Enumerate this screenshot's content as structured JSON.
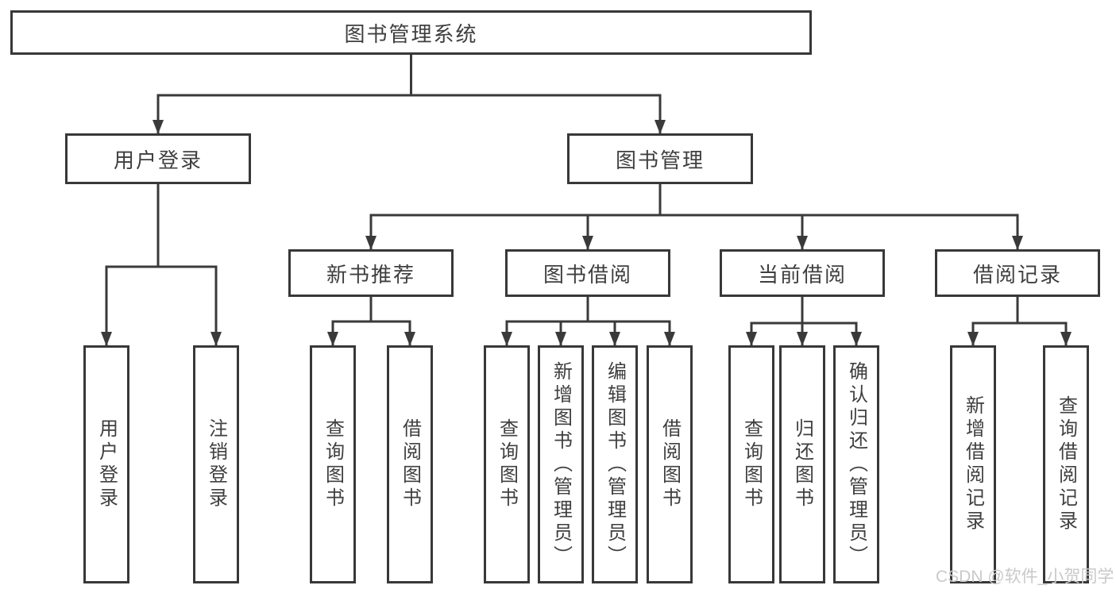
{
  "colors": {
    "line": "#3a3a3a",
    "box_border": "#383838",
    "text": "#3f3f3f",
    "background": "#ffffff",
    "watermark": "#c9c9c9"
  },
  "tree": {
    "root": {
      "label": "图书管理系统"
    },
    "level2": [
      {
        "label": "用户登录",
        "children": [
          {
            "label": "用户登录"
          },
          {
            "label": "注销登录"
          }
        ]
      },
      {
        "label": "图书管理",
        "children": [
          {
            "label": "新书推荐",
            "children": [
              {
                "label": "查询图书"
              },
              {
                "label": "借阅图书"
              }
            ]
          },
          {
            "label": "图书借阅",
            "children": [
              {
                "label": "查询图书"
              },
              {
                "label": "新增图书（管理员）"
              },
              {
                "label": "编辑图书（管理员）"
              },
              {
                "label": "借阅图书"
              }
            ]
          },
          {
            "label": "当前借阅",
            "children": [
              {
                "label": "查询图书"
              },
              {
                "label": "归还图书"
              },
              {
                "label": "确认归还（管理员）"
              }
            ]
          },
          {
            "label": "借阅记录",
            "children": [
              {
                "label": "新增借阅记录"
              },
              {
                "label": "查询借阅记录"
              }
            ]
          }
        ]
      }
    ]
  },
  "watermark": {
    "text": "CSDN @软件_小贺同学"
  }
}
